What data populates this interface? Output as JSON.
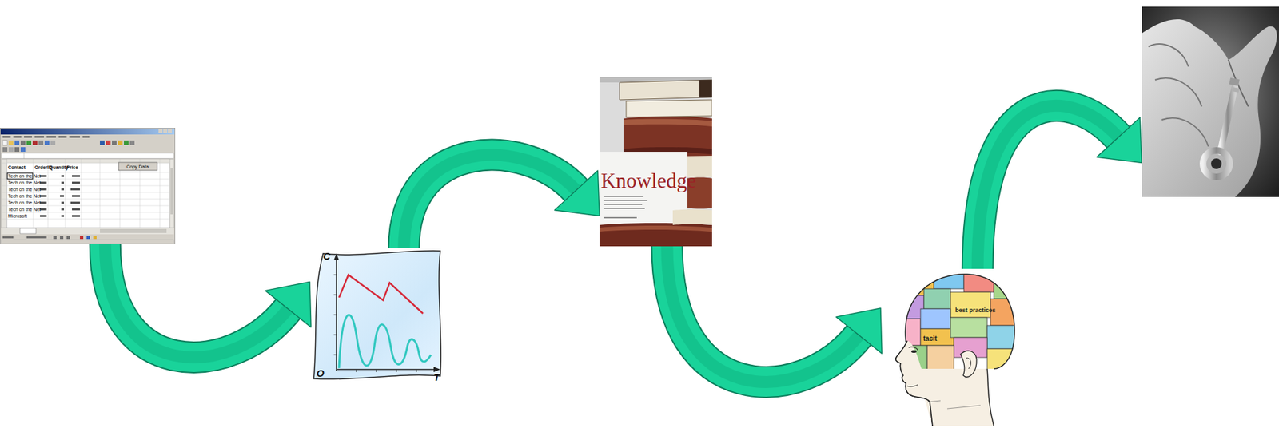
{
  "diagram": {
    "nodes": [
      {
        "text": [
          "Contact",
          "OrderID",
          "Quantity",
          "Price",
          "Copy Data",
          "Tech on the Net",
          "Tech on the Net",
          "Tech on the Net",
          "Tech on the Net",
          "Tech on the Net",
          "Tech on the Net",
          "Microsoft"
        ]
      },
      {
        "text": [
          "C",
          "O",
          "T"
        ]
      },
      {
        "text": [
          "Knowledge"
        ]
      },
      {
        "text": [
          "best practices",
          "tacit"
        ]
      },
      {
        "text": []
      }
    ],
    "edges": [
      {
        "from": 0,
        "to": 1,
        "arrow": "to"
      },
      {
        "from": 1,
        "to": 2,
        "arrow": "to"
      },
      {
        "from": 2,
        "to": 3,
        "arrow": "to"
      },
      {
        "from": 3,
        "to": 4,
        "arrow": "to"
      }
    ]
  }
}
